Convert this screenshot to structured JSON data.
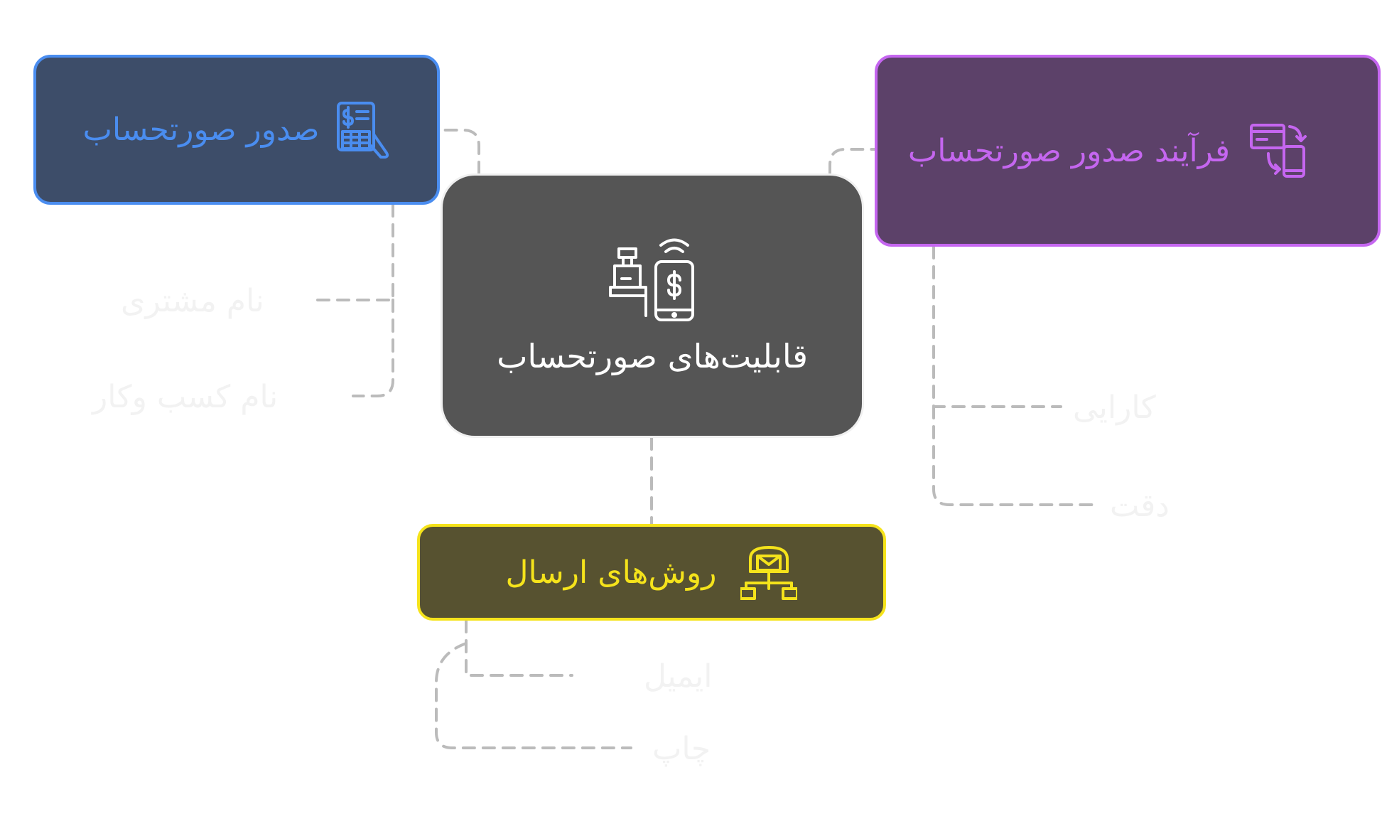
{
  "center": {
    "title": "قابلیت‌های صورتحساب",
    "icon": "payment-terminal-phone-icon"
  },
  "billing": {
    "title": "صدور صورتحساب",
    "icon": "invoice-calculator-icon",
    "color": "#4a8df0",
    "fill": "#3d4d69",
    "items": [
      "نام مشتری",
      "نام کسب وکار"
    ]
  },
  "process": {
    "title": "فرآیند صدور صورتحساب",
    "icon": "card-to-phone-transfer-icon",
    "color": "#c566f0",
    "fill": "#5c4169",
    "items": [
      "کارایی",
      "دقت"
    ]
  },
  "send": {
    "title": "روش‌های ارسال",
    "icon": "mail-network-icon",
    "color": "#f5e31b",
    "fill": "#575230",
    "items": [
      "ایمیل",
      "چاپ"
    ]
  },
  "colors": {
    "connector": "#bbbbbb",
    "leaf_text": "#f2f2f2",
    "center_fill": "#555555"
  }
}
